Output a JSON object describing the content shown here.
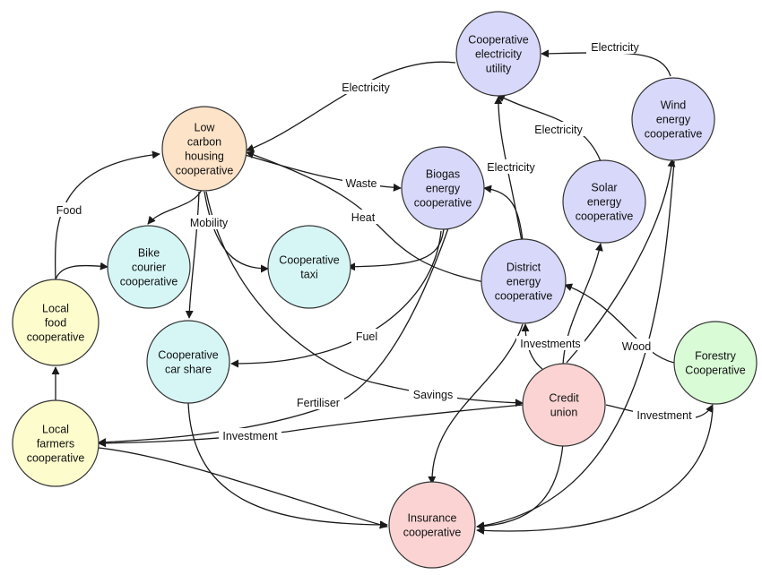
{
  "colors": {
    "orange": "#fde3c8",
    "purple": "#d8d8fb",
    "cyan": "#d6f6f6",
    "yellow": "#fdfccd",
    "red": "#fbd3d3",
    "green": "#d9fbd6",
    "stroke": "#333333",
    "edge": "#1a1a1a"
  },
  "nodes": [
    {
      "id": "low-carbon-housing",
      "lines": [
        "Low",
        "carbon",
        "housing",
        "cooperative"
      ],
      "color": "orange"
    },
    {
      "id": "cooperative-electricity-utility",
      "lines": [
        "Cooperative",
        "electricity",
        "utility"
      ],
      "color": "purple"
    },
    {
      "id": "wind-energy",
      "lines": [
        "Wind",
        "energy",
        "cooperative"
      ],
      "color": "purple"
    },
    {
      "id": "biogas-energy",
      "lines": [
        "Biogas",
        "energy",
        "cooperative"
      ],
      "color": "purple"
    },
    {
      "id": "solar-energy",
      "lines": [
        "Solar",
        "energy",
        "cooperative"
      ],
      "color": "purple"
    },
    {
      "id": "district-energy",
      "lines": [
        "District",
        "energy",
        "cooperative"
      ],
      "color": "purple"
    },
    {
      "id": "bike-courier",
      "lines": [
        "Bike",
        "courier",
        "cooperative"
      ],
      "color": "cyan"
    },
    {
      "id": "cooperative-taxi",
      "lines": [
        "Cooperative",
        "taxi"
      ],
      "color": "cyan"
    },
    {
      "id": "cooperative-car-share",
      "lines": [
        "Cooperative",
        "car share"
      ],
      "color": "cyan"
    },
    {
      "id": "local-food",
      "lines": [
        "Local",
        "food",
        "cooperative"
      ],
      "color": "yellow"
    },
    {
      "id": "local-farmers",
      "lines": [
        "Local",
        "farmers",
        "cooperative"
      ],
      "color": "yellow"
    },
    {
      "id": "credit-union",
      "lines": [
        "Credit",
        "union"
      ],
      "color": "red"
    },
    {
      "id": "insurance",
      "lines": [
        "Insurance",
        "cooperative"
      ],
      "color": "red"
    },
    {
      "id": "forestry",
      "lines": [
        "Forestry",
        "Cooperative"
      ],
      "color": "green"
    }
  ],
  "edge_labels": {
    "electricity_utility_to_housing": "Electricity",
    "electricity_wind_to_utility": "Electricity",
    "electricity_solar_to_utility": "Electricity",
    "electricity_district_to_biogas": "Electricity",
    "waste": "Waste",
    "heat": "Heat",
    "food": "Food",
    "mobility": "Mobility",
    "fuel": "Fuel",
    "fertiliser": "Fertiliser",
    "savings": "Savings",
    "investment_farmers": "Investment",
    "investment_forestry": "Investment",
    "investments_district": "Investments",
    "wood": "Wood"
  }
}
